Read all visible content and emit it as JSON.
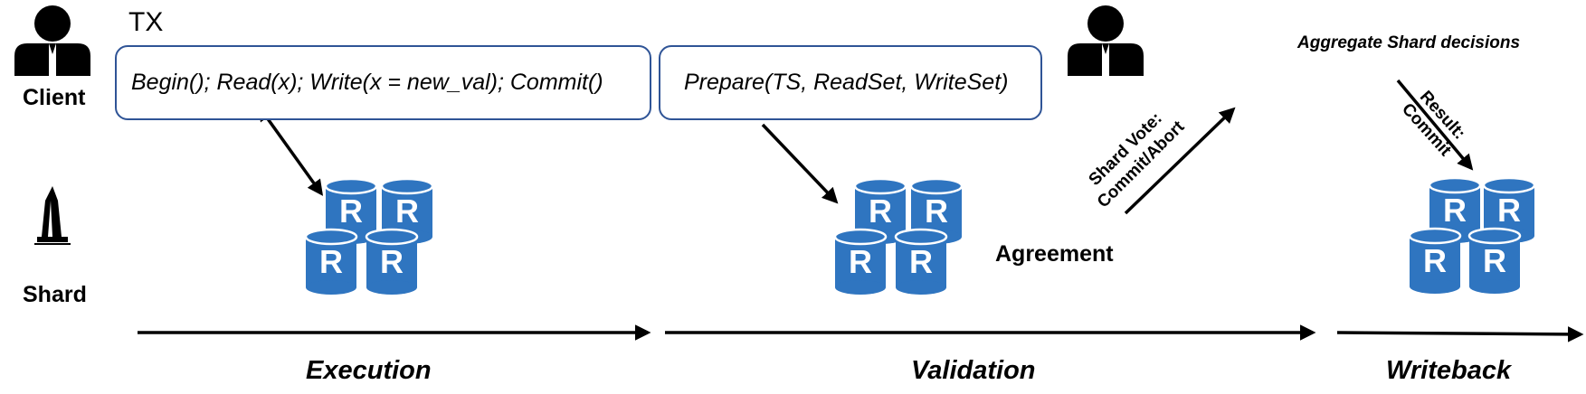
{
  "roles": {
    "client": "Client",
    "shard": "Shard"
  },
  "tx_label": "TX",
  "boxes": {
    "execution_ops": "Begin(); Read(x); Write(x = new_val); Commit()",
    "prepare_call": "Prepare(TS, ReadSet, WriteSet)"
  },
  "agreement_label": "Agreement",
  "aggregate_label": "Aggregate Shard decisions",
  "shard_vote": {
    "line1": "Shard Vote:",
    "line2": "Commit/Abort"
  },
  "result": {
    "line1": "Result:",
    "line2": "Commit"
  },
  "replica_letter": "R",
  "phases": {
    "execution": "Execution",
    "validation": "Validation",
    "writeback": "Writeback"
  },
  "colors": {
    "replica_blue": "#2f75c0",
    "box_border": "#2f5496",
    "ink": "#000000"
  },
  "icons": [
    "person-icon",
    "shard-tower-icon",
    "replica-database-icon"
  ]
}
